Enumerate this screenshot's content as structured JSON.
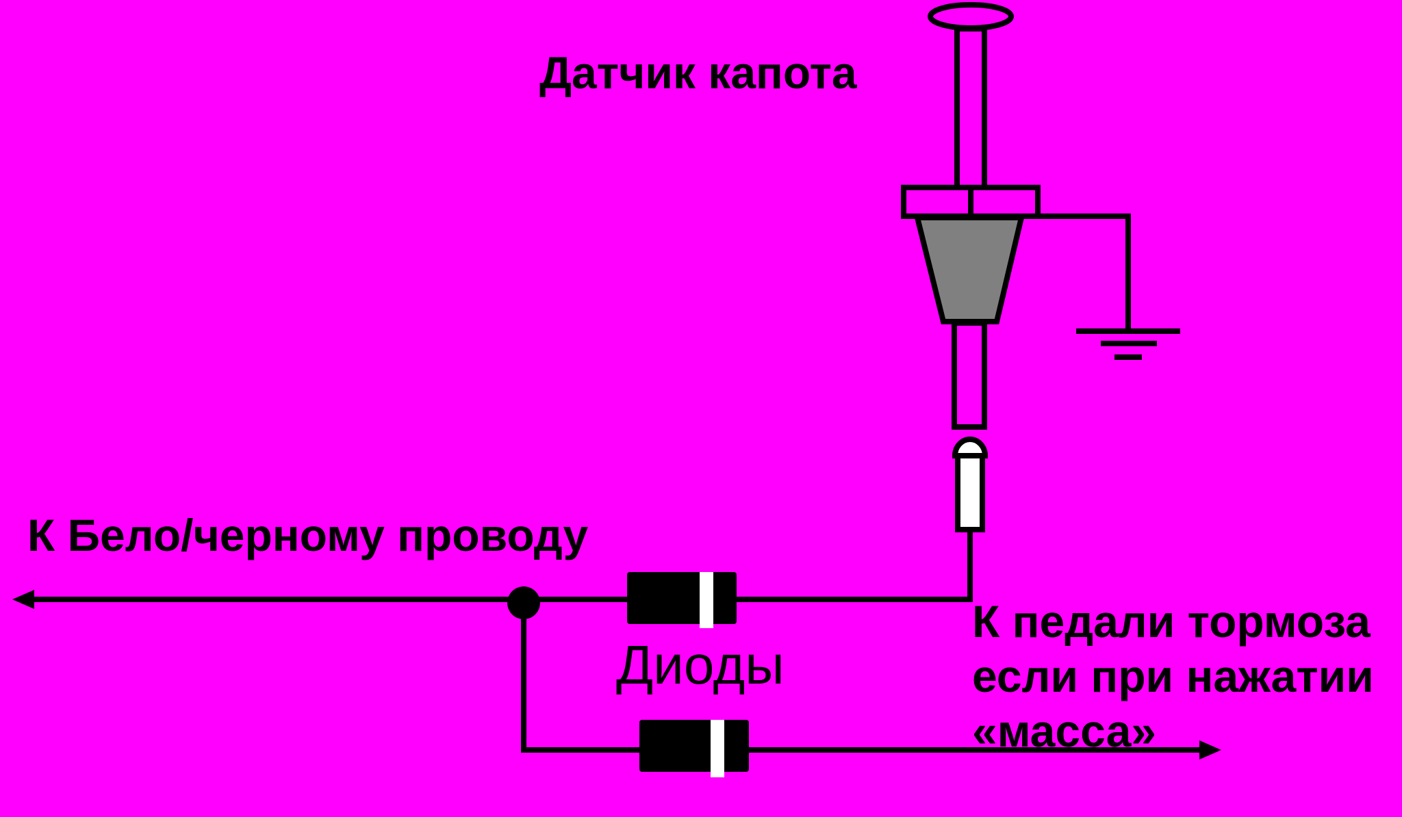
{
  "labels": {
    "hood_sensor": "Датчик капота",
    "to_white_black_wire": "К Бело/черному проводу",
    "diodes": "Диоды",
    "to_brake_pedal": [
      "К педали тормоза",
      "если при нажатии",
      "«масса»"
    ]
  },
  "colors": {
    "background": "#ff00ff",
    "line": "#000000",
    "sensor_body": "#808080",
    "diode_band": "#ffffff"
  }
}
